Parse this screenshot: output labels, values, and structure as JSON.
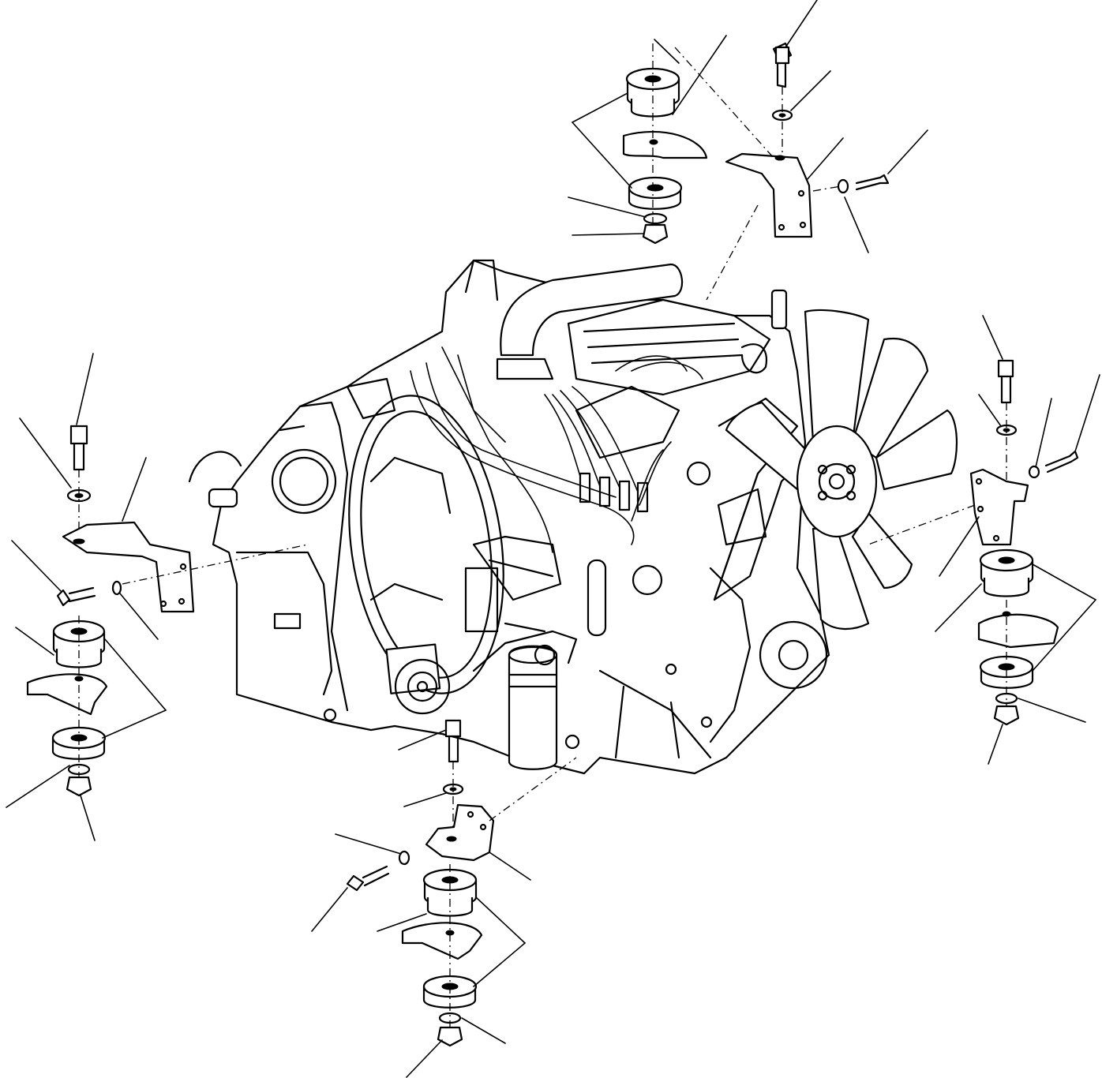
{
  "diagram": {
    "subject": "engine-mounting-exploded-view",
    "mount_groups": [
      {
        "id": "top",
        "parts": [
          "bolt",
          "washer",
          "bracket",
          "screw",
          "washer",
          "rubber-cushion",
          "rubber-cushion",
          "washer",
          "nut"
        ]
      },
      {
        "id": "left",
        "parts": [
          "bolt",
          "washer",
          "bracket",
          "screw",
          "washer",
          "rubber-cushion",
          "rubber-cushion",
          "washer",
          "nut"
        ]
      },
      {
        "id": "right",
        "parts": [
          "bolt",
          "washer",
          "bracket",
          "screw",
          "washer",
          "rubber-cushion",
          "rubber-cushion",
          "washer",
          "nut"
        ]
      },
      {
        "id": "bottom",
        "parts": [
          "bolt",
          "washer",
          "bracket",
          "screw",
          "washer",
          "rubber-cushion",
          "rubber-cushion",
          "washer",
          "nut"
        ]
      }
    ],
    "colors": {
      "line": "#000000",
      "background": "#ffffff"
    }
  }
}
